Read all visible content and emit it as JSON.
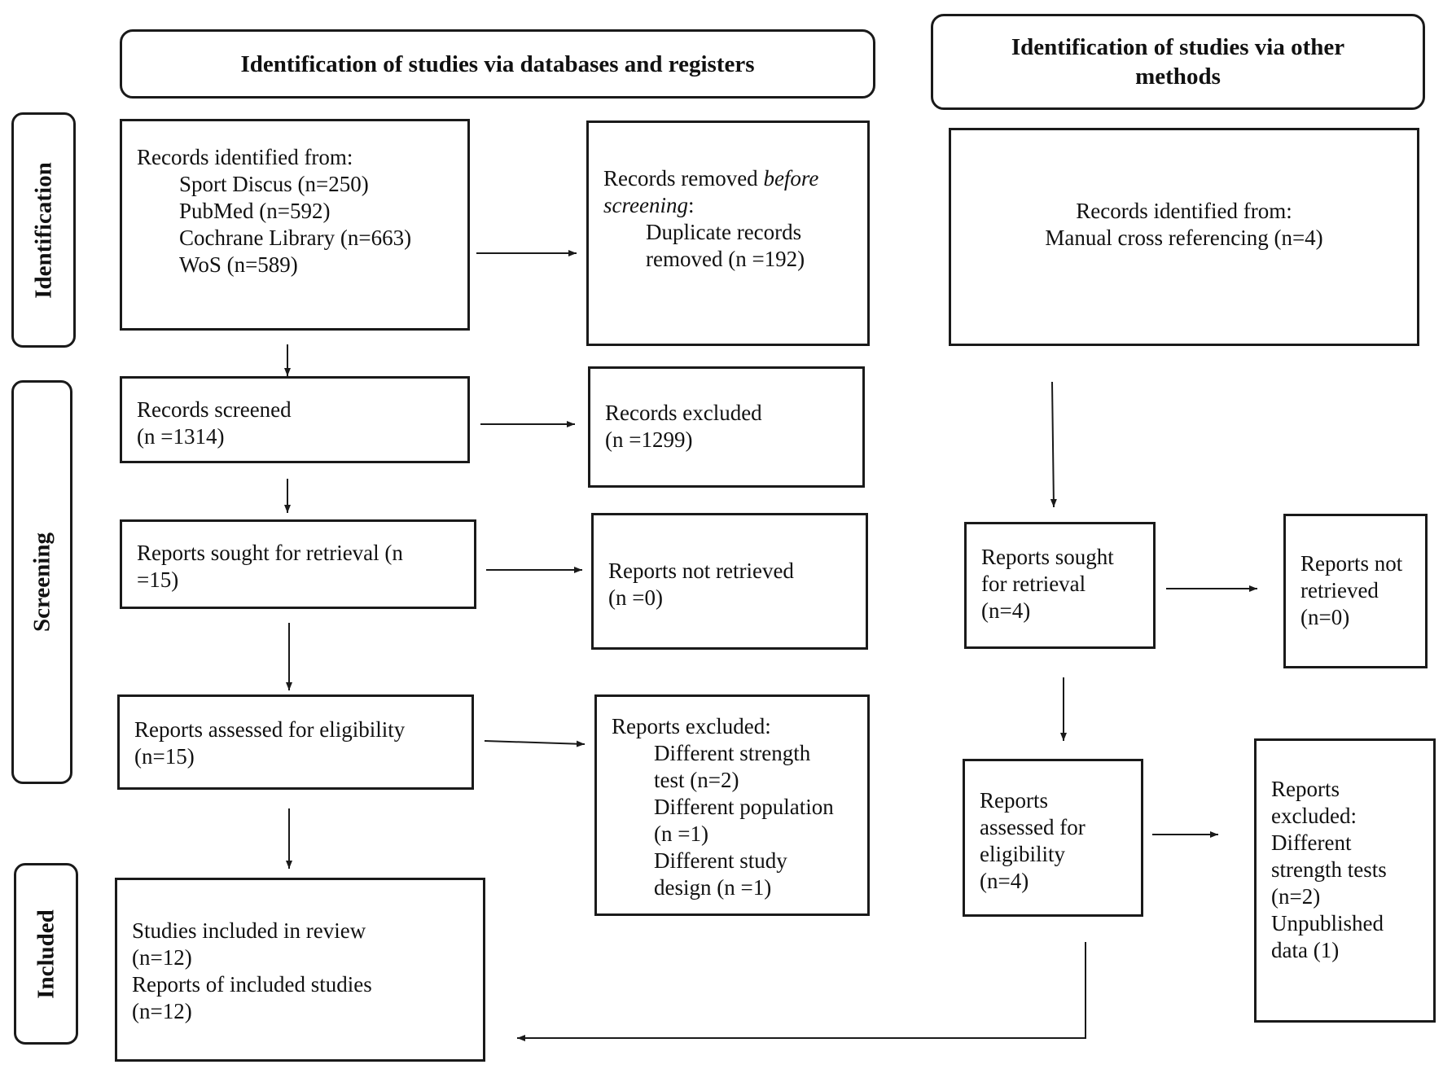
{
  "headers": {
    "databases": "Identification of studies via databases and registers",
    "other_line1": "Identification of studies via other",
    "other_line2": "methods"
  },
  "stages": {
    "identification": "Identification",
    "screening": "Screening",
    "included": "Included"
  },
  "db": {
    "identified": {
      "title": "Records identified from:",
      "sources": [
        "Sport Discus (n=250)",
        "PubMed (n=592)",
        "Cochrane Library (n=663)",
        "WoS (n=589)"
      ]
    },
    "removed": {
      "prefix": "Records removed ",
      "before": "before",
      "screening": "screening",
      "colon": ":",
      "line1": "Duplicate records",
      "line2": "removed (n =192)"
    },
    "screened": {
      "line1": "Records screened",
      "line2": "(n =1314)"
    },
    "excluded_records": {
      "line1": "Records excluded",
      "line2": "(n =1299)"
    },
    "sought": {
      "line1": "Reports sought for retrieval (n",
      "line2": "=15)"
    },
    "not_retrieved": {
      "line1": "Reports not retrieved",
      "line2": "(n =0)"
    },
    "assessed": {
      "line1": "Reports assessed for eligibility",
      "line2": "(n=15)"
    },
    "reports_excluded": {
      "title": "Reports excluded:",
      "lines": [
        "Different strength",
        "test (n=2)",
        "Different population",
        "(n =1)",
        "Different study",
        "design (n =1)"
      ]
    },
    "included": {
      "lines": [
        "Studies included in review",
        "(n=12)",
        "Reports of included studies",
        "(n=12)"
      ]
    }
  },
  "other": {
    "identified": {
      "line1": "Records identified from:",
      "line2": "Manual cross referencing (n=4)"
    },
    "sought": {
      "lines": [
        "Reports sought",
        "for retrieval",
        "(n=4)"
      ]
    },
    "not_retrieved": {
      "lines": [
        "Reports not",
        "retrieved",
        "(n=0)"
      ]
    },
    "assessed": {
      "lines": [
        "Reports",
        "assessed for",
        "eligibility",
        "(n=4)"
      ]
    },
    "excluded": {
      "lines": [
        "Reports",
        "excluded:",
        "Different",
        "strength tests",
        "(n=2)",
        "Unpublished",
        "data (1)"
      ]
    }
  }
}
